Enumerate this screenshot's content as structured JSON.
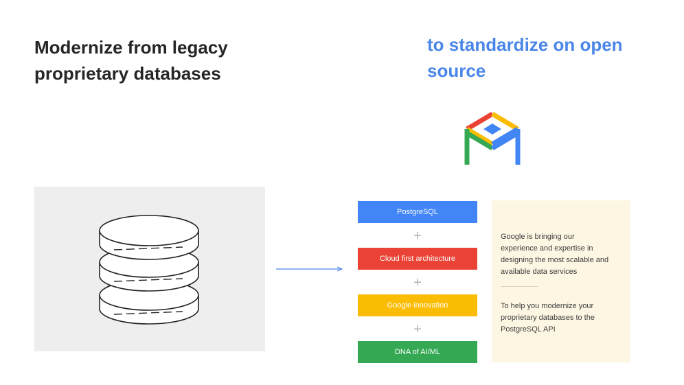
{
  "headline_left": "Modernize from legacy proprietary databases",
  "headline_right": "to standardize on open source",
  "stack": {
    "items": [
      {
        "label": "PostgreSQL",
        "color": "#4285f4"
      },
      {
        "label": "Cloud first architecture",
        "color": "#ea4335"
      },
      {
        "label": "Google innovation",
        "color": "#fbbc04"
      },
      {
        "label": "DNA of AI/ML",
        "color": "#34a853"
      }
    ],
    "separator": "+"
  },
  "info": {
    "paragraph_1": "Google is bringing our experience and expertise in designing the most scalable and available data services",
    "paragraph_2": "To help you modernize your proprietary databases to the PostgreSQL API"
  },
  "logo_colors": [
    "#ea4335",
    "#fbbc04",
    "#34a853",
    "#4285f4"
  ],
  "icons": {
    "legacy": "database-icon",
    "logo": "alloydb-logo-icon",
    "arrow": "arrow-right-icon"
  }
}
